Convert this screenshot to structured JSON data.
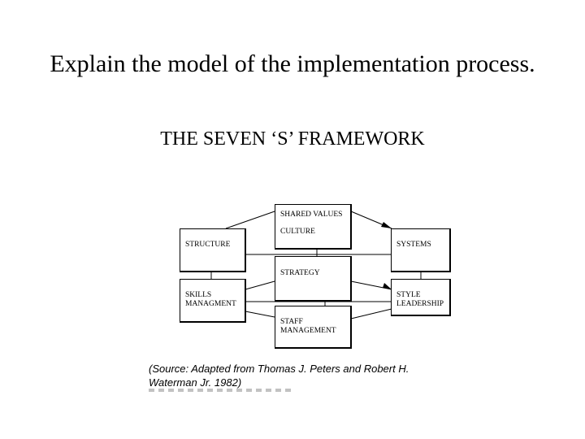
{
  "slide": {
    "title": "Explain the model of the implementation process.",
    "subtitle": "THE SEVEN ‘S’ FRAMEWORK"
  },
  "diagram": {
    "boxes": {
      "shared_values": {
        "line1": "SHARED VALUES",
        "line2": "CULTURE"
      },
      "structure": {
        "line1": "STRUCTURE"
      },
      "systems": {
        "line1": "SYSTEMS"
      },
      "strategy": {
        "line1": "STRATEGY"
      },
      "skills": {
        "line1": "SKILLS",
        "line2": "MANAGMENT"
      },
      "style": {
        "line1": "STYLE",
        "line2": "LEADERSHIP"
      },
      "staff": {
        "line1": "STAFF",
        "line2": "MANAGEMENT"
      }
    },
    "source": {
      "line1": "(Source:  Adapted from Thomas J. Peters and Robert H.",
      "line2": "Waterman Jr. 1982)"
    }
  }
}
